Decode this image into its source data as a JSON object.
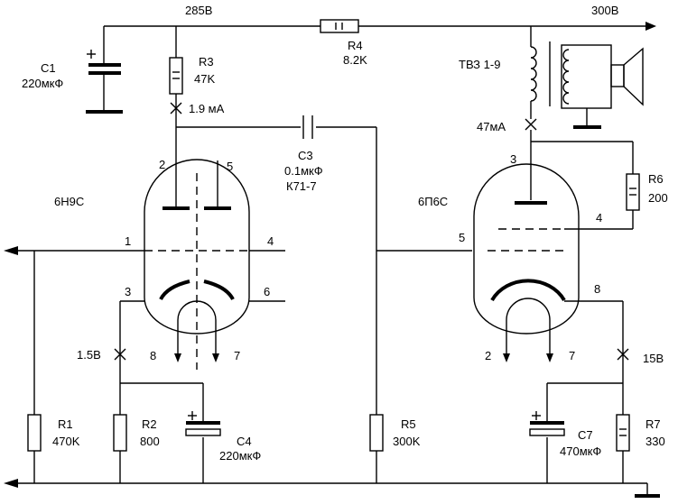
{
  "rails": {
    "b_plus_left": "285В",
    "b_plus_right": "300В"
  },
  "components": {
    "c1": {
      "ref": "C1",
      "value": "220мкФ"
    },
    "r3": {
      "ref": "R3",
      "value": "47K"
    },
    "r4": {
      "ref": "R4",
      "value": "8.2K"
    },
    "tv3": {
      "ref": "ТВЗ 1-9"
    },
    "c3": {
      "ref": "C3",
      "value": "0.1мкФ",
      "type": "К71-7"
    },
    "r6": {
      "ref": "R6",
      "value": "200"
    },
    "r1": {
      "ref": "R1",
      "value": "470K"
    },
    "r2": {
      "ref": "R2",
      "value": "800"
    },
    "c4": {
      "ref": "C4",
      "value": "220мкФ"
    },
    "r5": {
      "ref": "R5",
      "value": "300K"
    },
    "c7": {
      "ref": "C7",
      "value": "470мкФ"
    },
    "r7": {
      "ref": "R7",
      "value": "330"
    }
  },
  "tubes": {
    "v1": {
      "type": "6Н9С",
      "pins": {
        "p1": "1",
        "p2": "2",
        "p3": "3",
        "p4": "4",
        "p5": "5",
        "p6": "6",
        "p7": "7",
        "p8": "8"
      }
    },
    "v2": {
      "type": "6П6С",
      "pins": {
        "p2": "2",
        "p3": "3",
        "p4": "4",
        "p5": "5",
        "p7": "7",
        "p8": "8"
      }
    }
  },
  "measurements": {
    "i_r3": "1.9 мА",
    "i_tv3": "47мА",
    "v_k1": "1.5В",
    "v_k2": "15В"
  },
  "icons": [
    "capacitor-icon",
    "resistor-icon",
    "transformer-icon",
    "speaker-icon",
    "ground-icon",
    "arrow-icon"
  ]
}
